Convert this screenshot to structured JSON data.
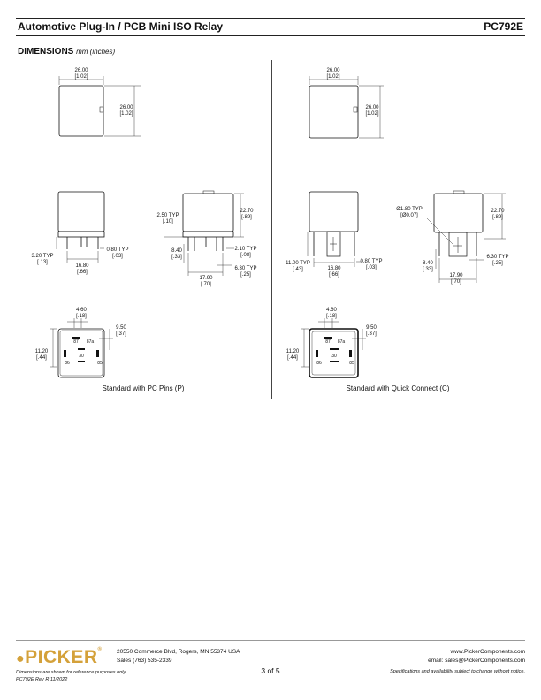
{
  "header": {
    "title": "Automotive Plug-In / PCB Mini ISO Relay",
    "part": "PC792E"
  },
  "section": {
    "title": "DIMENSIONS",
    "unit": "mm (inches)"
  },
  "dims": {
    "top_w": [
      "26.00",
      "[1.02]"
    ],
    "top_h": [
      "26.00",
      "[1.02]"
    ],
    "pin_h": [
      "3.20 TYP",
      "[.13]"
    ],
    "pin_w": [
      "0.80 TYP",
      "[.03]"
    ],
    "pin_pitch": [
      "16.80",
      "[.66]"
    ],
    "qc_len": [
      "11.00 TYP",
      "[.43]"
    ],
    "side_h": [
      "22.70",
      "[.89]"
    ],
    "side_pin_t": [
      "2.50 TYP",
      "[.10]"
    ],
    "side_a": [
      "8.40",
      "[.33]"
    ],
    "side_b": [
      "2.10 TYP",
      "[.08]"
    ],
    "side_c": [
      "6.30 TYP",
      "[.25]"
    ],
    "side_d": [
      "17.90",
      "[.70]"
    ],
    "hole": [
      "Ø1.80 TYP",
      "[Ø0.07]"
    ],
    "bot_a": [
      "4.60",
      "[.18]"
    ],
    "bot_b": [
      "9.50",
      "[.37]"
    ],
    "bot_c": [
      "11.20",
      "[.44]"
    ]
  },
  "pins": {
    "p87": "87",
    "p87a": "87a",
    "p30": "30",
    "p85": "85",
    "p86": "86"
  },
  "captions": {
    "left": "Standard with PC Pins (P)",
    "right": "Standard with Quick Connect (C)"
  },
  "footer": {
    "logo": "PICKER",
    "address": "20550 Commerce Blvd, Rogers, MN 55374 USA",
    "sales": "Sales (763) 535-2339",
    "web": "www.PickerComponents.com",
    "email": "email: sales@PickerComponents.com",
    "page": "3 of 5",
    "note": "Dimensions are shown for reference purposes only.",
    "rev": "PC792E Rev R 11/2022",
    "spec": "Specifications and availability subject to change without notice."
  }
}
